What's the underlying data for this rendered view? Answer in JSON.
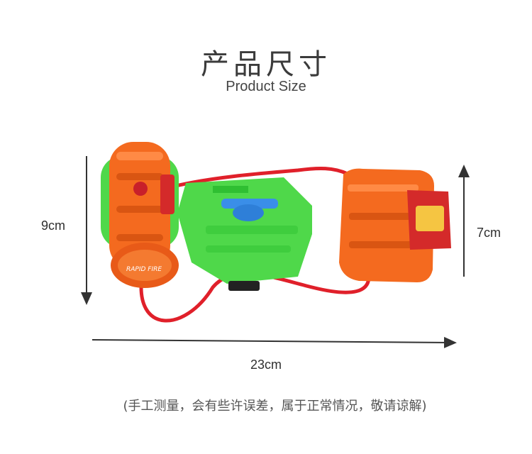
{
  "heading": {
    "title_cn": "产品尺寸",
    "title_en": "Product Size"
  },
  "dimensions": {
    "height_left": "9cm",
    "height_right": "7cm",
    "width": "23cm"
  },
  "note": "(手工测量，会有些许误差，属于正常情况，敬请谅解)",
  "product": {
    "label_text": "RAPID FIRE"
  },
  "colors": {
    "orange": "#f46a1f",
    "green": "#4fd84a",
    "red_tube": "#e0202a",
    "blue": "#3a8ee8",
    "arrow": "#333333"
  }
}
